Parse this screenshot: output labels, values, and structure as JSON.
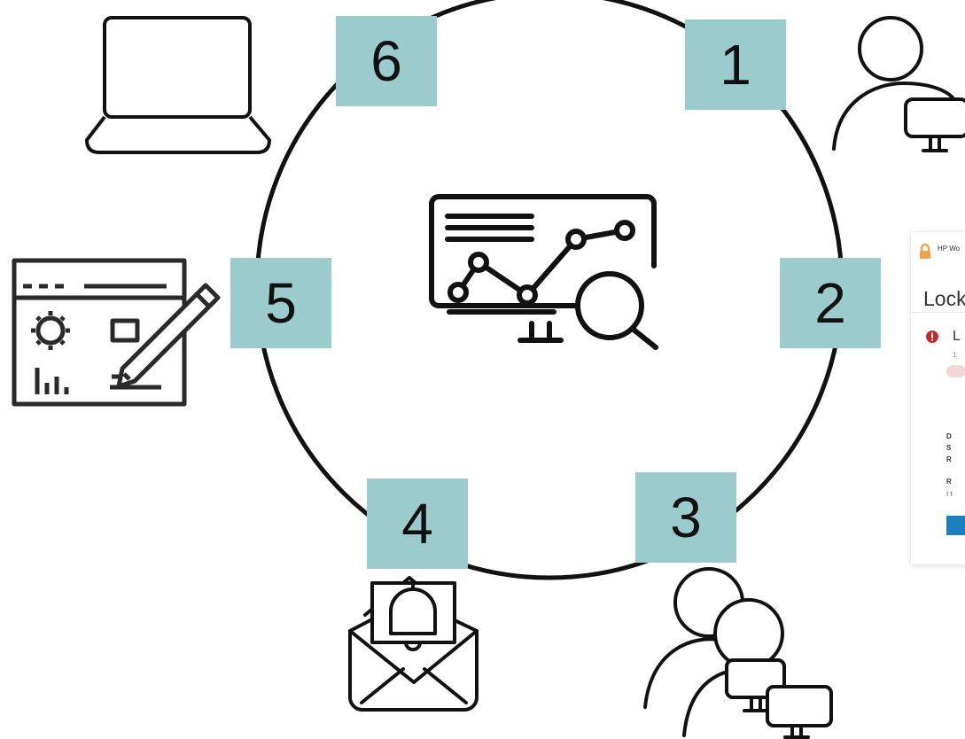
{
  "badges": [
    "6",
    "1",
    "5",
    "2",
    "4",
    "3"
  ],
  "icons": {
    "center": "monitor-analytics-magnifier-icon",
    "step1": "person-at-monitor-icon",
    "step2": "alert-panel-screenshot",
    "step3": "group-of-users-with-monitors-icon",
    "step4": "envelope-with-bell-icon",
    "step5": "dashboard-configuration-pencil-icon",
    "step6": "laptop-icon"
  },
  "panel": {
    "header_text": "HP Wo",
    "title": "Lock",
    "alert_initial": "L",
    "meta": "1",
    "rows": [
      "D",
      "S",
      "R"
    ],
    "row2": "R",
    "row2_sub": "I t"
  },
  "colors": {
    "badge": "#9ccbce",
    "stroke": "#111111",
    "lock_icon": "#f0a24a",
    "alert_red": "#c62828",
    "button_blue": "#1b7fbf"
  }
}
